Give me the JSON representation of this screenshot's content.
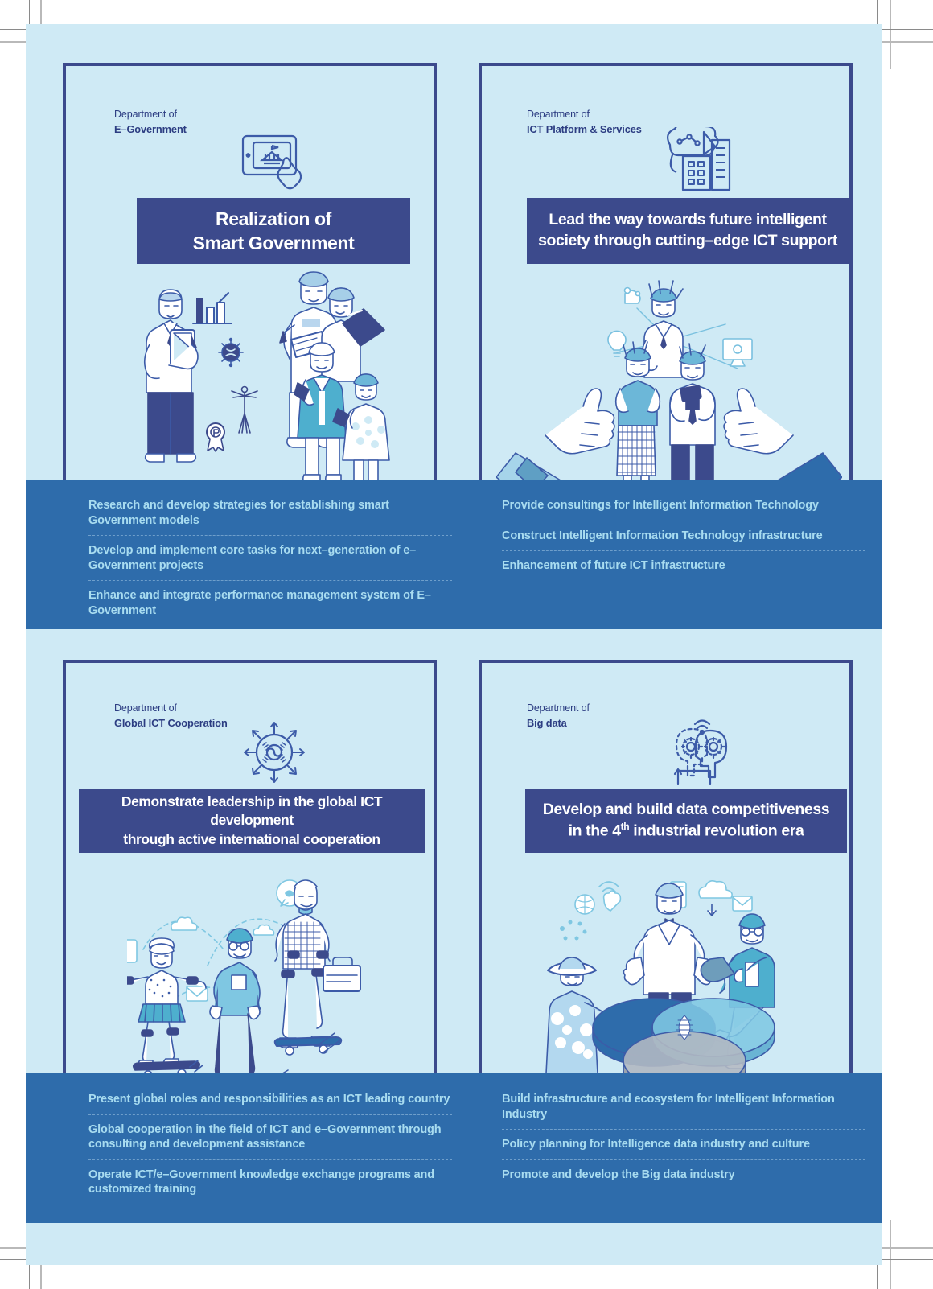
{
  "page": {
    "background_color": "#cfeaf5",
    "band_color": "#2e6cab",
    "frame_color": "#3c4a8c",
    "title_box_color": "#3c4a8c",
    "bullet_text_color": "#a8dcf0",
    "dept_text_color": "#2c3d82"
  },
  "panels": [
    {
      "id": "e-government",
      "dept_prefix": "Department of",
      "dept_name": "E–Government",
      "icon": "tablet-government-touch-icon",
      "title_lines": [
        "Realization of",
        "Smart Government"
      ],
      "illustration": "people-with-devices-illustration",
      "bullets": [
        "Research and develop strategies for establishing smart Government models",
        "Develop and implement core tasks for next–generation of e–Government projects",
        "Enhance and integrate performance management system of E–Government"
      ]
    },
    {
      "id": "ict-platform-services",
      "dept_prefix": "Department of",
      "dept_name": "ICT Platform & Services",
      "icon": "brain-city-building-icon",
      "title_lines": [
        "Lead the way towards future intelligent",
        "society through cutting–edge ICT support"
      ],
      "illustration": "thumbs-up-family-network-illustration",
      "bullets": [
        "Provide consultings for Intelligent Information Technology",
        "Construct Intelligent Information Technology infrastructure",
        "Enhancement of future ICT infrastructure"
      ]
    },
    {
      "id": "global-ict-cooperation",
      "dept_prefix": "Department of",
      "dept_name": "Global ICT Cooperation",
      "icon": "taegeuk-radiating-arrows-icon",
      "title_lines": [
        "Demonstrate leadership in the global ICT development",
        "through active international cooperation"
      ],
      "illustration": "skateboarders-connected-illustration",
      "bullets": [
        "Present global roles and responsibilities as an ICT leading country",
        "Global cooperation in the field of ICT and e–Government through consulting and development assistance",
        "Operate ICT/e–Government knowledge exchange programs and customized training"
      ]
    },
    {
      "id": "big-data",
      "dept_prefix": "Department of",
      "dept_name": "Big data",
      "icon": "two-heads-gears-wifi-icon",
      "title_line_1": "Develop and build data competitiveness",
      "title_line_2_pre": "in the 4",
      "title_line_2_sup": "th",
      "title_line_2_post": " industrial revolution era",
      "illustration": "venn-diagram-people-illustration",
      "bullets": [
        "Build infrastructure and ecosystem for Intelligent Information Industry",
        "Policy planning for Intelligence data industry and culture",
        "Promote and develop the Big data industry"
      ]
    }
  ]
}
